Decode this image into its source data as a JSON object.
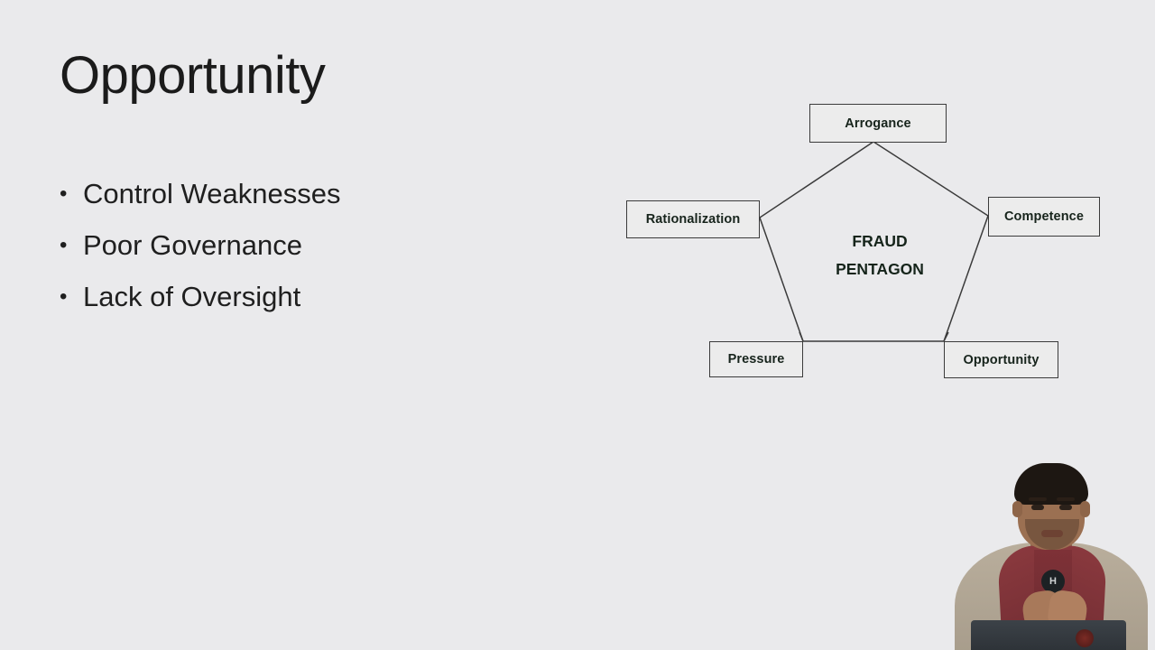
{
  "slide": {
    "background_color": "#eaeaec",
    "title": "Opportunity",
    "bullets": [
      {
        "marker": "•",
        "text": "Control Weaknesses"
      },
      {
        "marker": "•",
        "text": "Poor Governance"
      },
      {
        "marker": "•",
        "text": "Lack of Oversight"
      }
    ]
  },
  "diagram": {
    "name": "fraud-pentagon",
    "center_label_line1": "FRAUD",
    "center_label_line2": "PENTAGON",
    "box_border_color": "#3b3b3b",
    "box_fill_color": "#ececec",
    "label_text_color": "#17241c",
    "line_color": "#3b3b3b",
    "nodes": [
      {
        "id": "arrogance",
        "label": "Arrogance"
      },
      {
        "id": "rationalization",
        "label": "Rationalization"
      },
      {
        "id": "competence",
        "label": "Competence"
      },
      {
        "id": "pressure",
        "label": "Pressure"
      },
      {
        "id": "opportunity",
        "label": "Opportunity"
      }
    ]
  },
  "presenter": {
    "mic_badge_text": "H",
    "vest_color": "#7e3137",
    "shirt_color": "#b9ae9c"
  }
}
